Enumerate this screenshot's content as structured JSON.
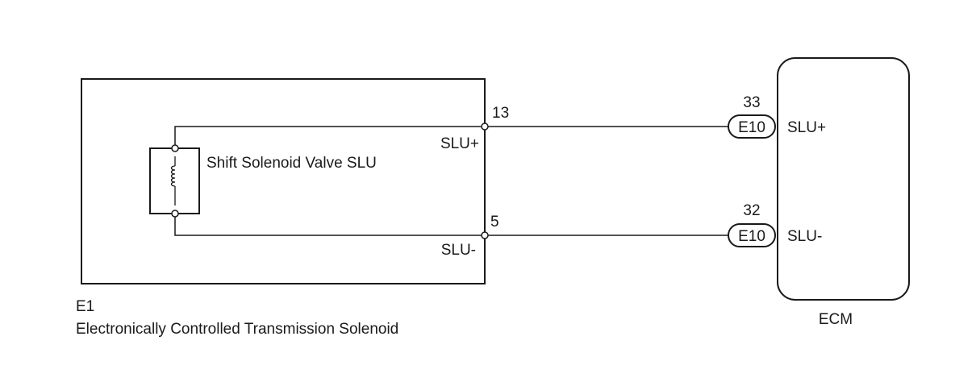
{
  "e1": {
    "code": "E1",
    "name": "Electronically Controlled Transmission Solenoid",
    "solenoid_label": "Shift Solenoid Valve SLU",
    "pin_top": "13",
    "pin_top_label": "SLU+",
    "pin_bottom": "5",
    "pin_bottom_label": "SLU-"
  },
  "ecm": {
    "name": "ECM",
    "connector_top": "E10",
    "connector_top_pin": "33",
    "connector_top_label": "SLU+",
    "connector_bottom": "E10",
    "connector_bottom_pin": "32",
    "connector_bottom_label": "SLU-"
  }
}
